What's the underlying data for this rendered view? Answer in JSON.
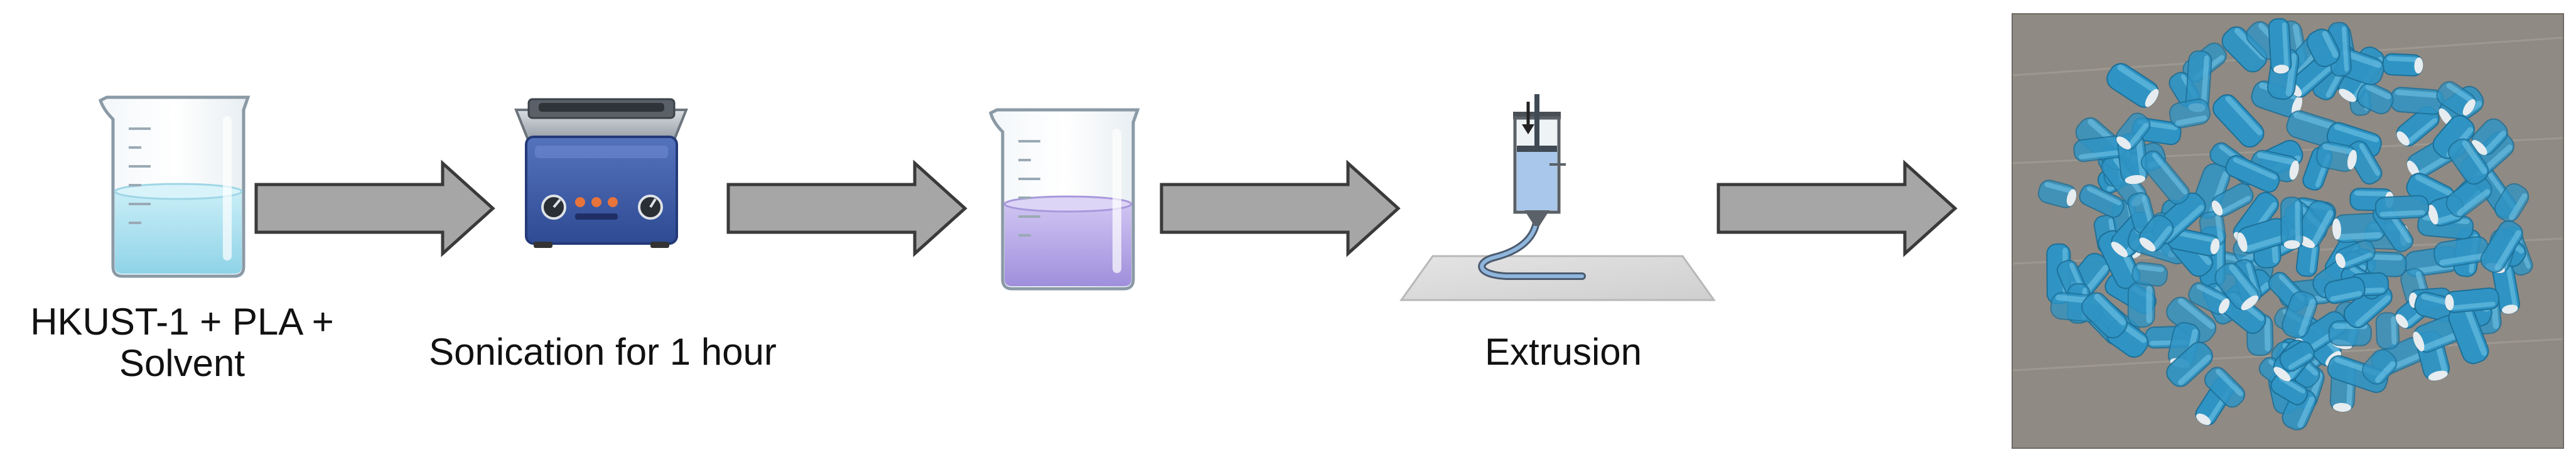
{
  "steps": [
    {
      "label_lines": [
        "HKUST-1 + PLA +",
        "Solvent"
      ]
    },
    {
      "label": "Sonication for 1 hour"
    },
    {
      "label": ""
    },
    {
      "label": "Extrusion"
    },
    {
      "label": ""
    }
  ],
  "colors": {
    "arrow_fill": "#a6a6a6",
    "arrow_stroke": "#3a3a3a",
    "solvent_liquid": "#aee1ef",
    "mixture_liquid": "#b7a9e6",
    "sonicator_body": "#3f5fae",
    "pellets": "#2f94c4",
    "background_cardboard": "#8f8a83"
  },
  "icons": [
    "beaker-icon",
    "ultrasonic-bath-icon",
    "beaker-icon",
    "syringe-extruder-icon",
    "pellets-photo"
  ]
}
